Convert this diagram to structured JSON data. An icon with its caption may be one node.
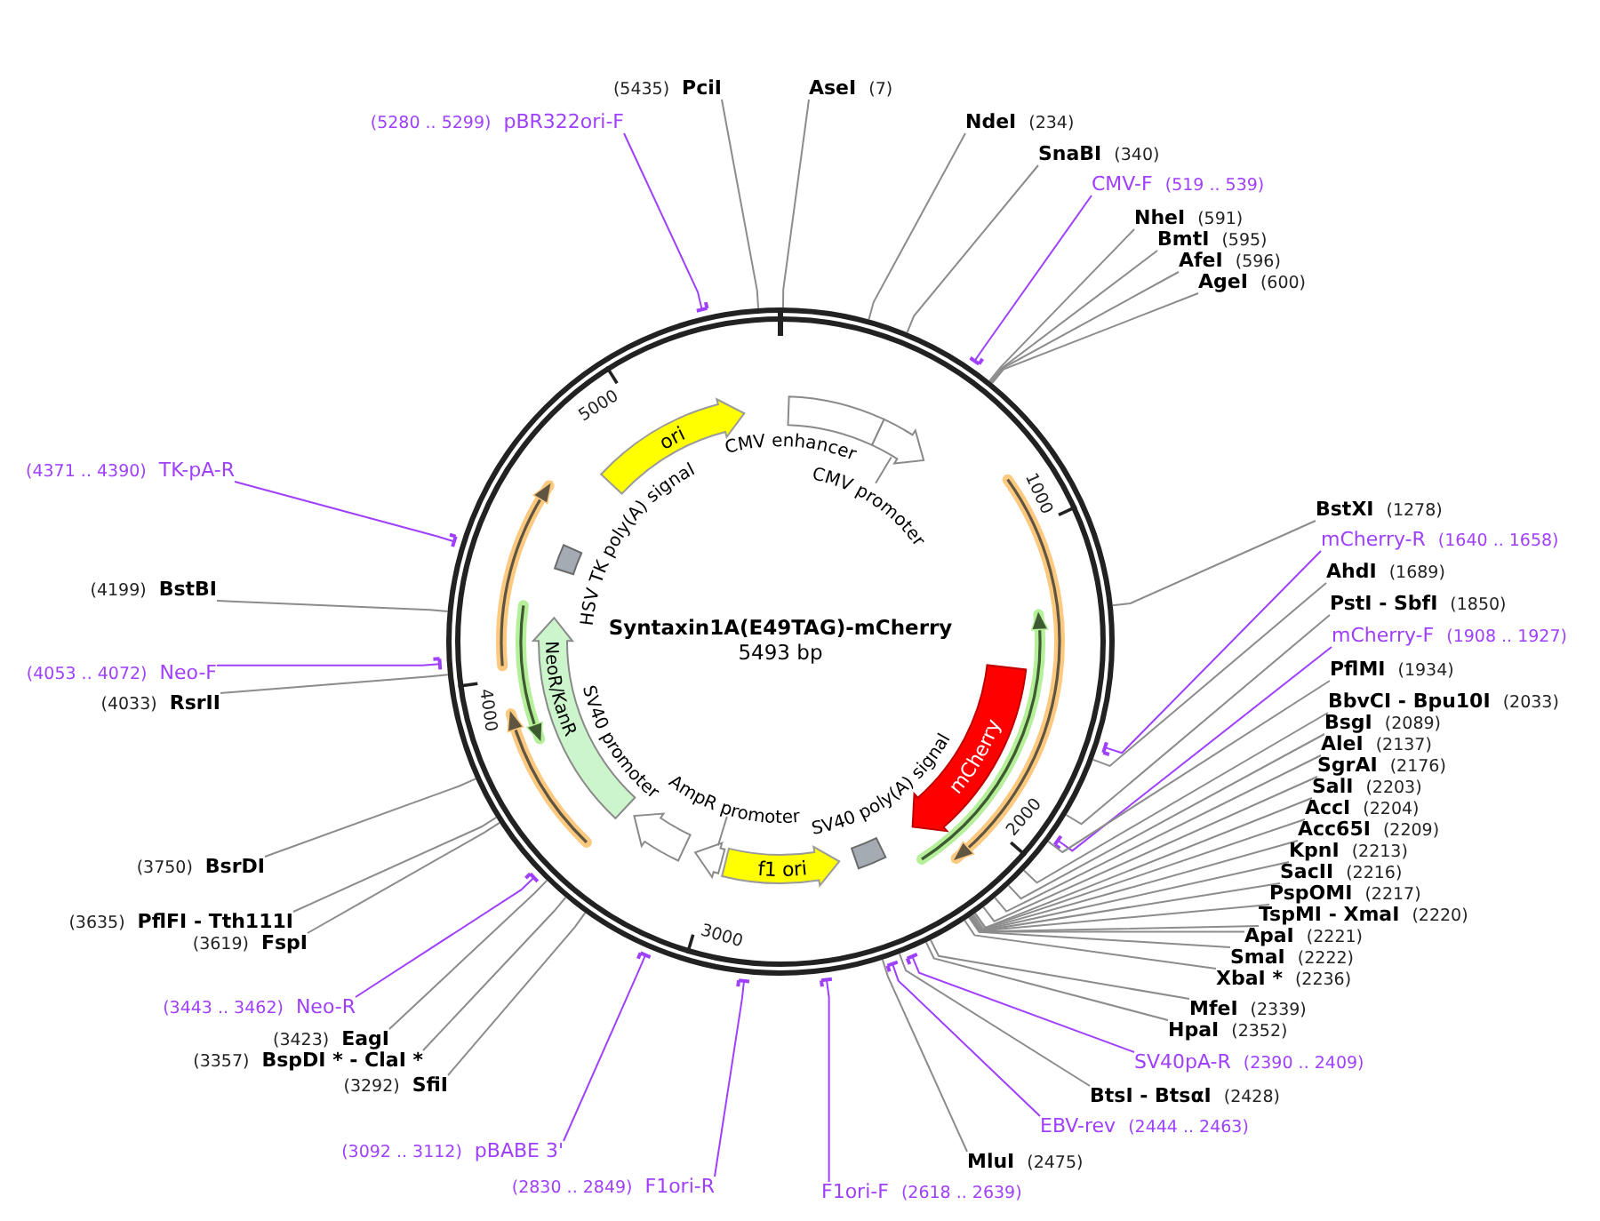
{
  "diagram": {
    "nodes": [
      {
        "text": [
          "Syntaxin1A(E49TAG)-mCherry",
          "5493 bp"
        ]
      },
      {
        "text": [
          "(5435)",
          "PciI"
        ]
      },
      {
        "text": [
          "AseI",
          "(7)"
        ]
      },
      {
        "text": [
          "NdeI",
          "(234)"
        ]
      },
      {
        "text": [
          "SnaBI",
          "(340)"
        ]
      },
      {
        "text": [
          "CMV-F",
          "(519 .. 539)"
        ]
      },
      {
        "text": [
          "NheI",
          "(591)"
        ]
      },
      {
        "text": [
          "BmtI",
          "(595)"
        ]
      },
      {
        "text": [
          "AfeI",
          "(596)"
        ]
      },
      {
        "text": [
          "AgeI",
          "(600)"
        ]
      },
      {
        "text": [
          "BstXI",
          "(1278)"
        ]
      },
      {
        "text": [
          "mCherry-R",
          "(1640 .. 1658)"
        ]
      },
      {
        "text": [
          "AhdI",
          "(1689)"
        ]
      },
      {
        "text": [
          "PstI - SbfI",
          "(1850)"
        ]
      },
      {
        "text": [
          "mCherry-F",
          "(1908 .. 1927)"
        ]
      },
      {
        "text": [
          "PflMI",
          "(1934)"
        ]
      },
      {
        "text": [
          "BbvCI - Bpu10I",
          "(2033)"
        ]
      },
      {
        "text": [
          "BsgI",
          "(2089)"
        ]
      },
      {
        "text": [
          "AleI",
          "(2137)"
        ]
      },
      {
        "text": [
          "SgrAI",
          "(2176)"
        ]
      },
      {
        "text": [
          "SalI",
          "(2203)"
        ]
      },
      {
        "text": [
          "AccI",
          "(2204)"
        ]
      },
      {
        "text": [
          "Acc65I",
          "(2209)"
        ]
      },
      {
        "text": [
          "KpnI",
          "(2213)"
        ]
      },
      {
        "text": [
          "SacII",
          "(2216)"
        ]
      },
      {
        "text": [
          "PspOMI",
          "(2217)"
        ]
      },
      {
        "text": [
          "TspMI - XmaI",
          "(2220)"
        ]
      },
      {
        "text": [
          "ApaI",
          "(2221)"
        ]
      },
      {
        "text": [
          "SmaI",
          "(2222)"
        ]
      },
      {
        "text": [
          "XbaI *",
          "(2236)"
        ]
      },
      {
        "text": [
          "MfeI",
          "(2339)"
        ]
      },
      {
        "text": [
          "HpaI",
          "(2352)"
        ]
      },
      {
        "text": [
          "SV40pA-R",
          "(2390 .. 2409)"
        ]
      },
      {
        "text": [
          "BtsI - BtsαI",
          "(2428)"
        ]
      },
      {
        "text": [
          "EBV-rev",
          "(2444 .. 2463)"
        ]
      },
      {
        "text": [
          "MluI",
          "(2475)"
        ]
      },
      {
        "text": [
          "F1ori-F",
          "(2618 .. 2639)"
        ]
      },
      {
        "text": [
          "(2830 .. 2849)",
          "F1ori-R"
        ]
      },
      {
        "text": [
          "(3092 .. 3112)",
          "pBABE 3'"
        ]
      },
      {
        "text": [
          "(3292)",
          "SfiI"
        ]
      },
      {
        "text": [
          "(3357)",
          "BspDI * - ClaI *"
        ]
      },
      {
        "text": [
          "(3423)",
          "EagI"
        ]
      },
      {
        "text": [
          "(3443 .. 3462)",
          "Neo-R"
        ]
      },
      {
        "text": [
          "(3619)",
          "FspI"
        ]
      },
      {
        "text": [
          "(3635)",
          "PflFI - Tth111I"
        ]
      },
      {
        "text": [
          "(3750)",
          "BsrDI"
        ]
      },
      {
        "text": [
          "(4033)",
          "RsrII"
        ]
      },
      {
        "text": [
          "(4053 .. 4072)",
          "Neo-F"
        ]
      },
      {
        "text": [
          "(4199)",
          "BstBI"
        ]
      },
      {
        "text": [
          "(4371 .. 4390)",
          "TK-pA-R"
        ]
      },
      {
        "text": [
          "(5280 .. 5299)",
          "pBR322ori-F"
        ]
      },
      {
        "text": [
          "CMV enhancer"
        ],
        "in": 0
      },
      {
        "text": [
          "CMV promoter"
        ],
        "in": 0
      },
      {
        "text": [
          "mCherry"
        ],
        "in": 0
      },
      {
        "text": [
          "SV40 poly(A) signal"
        ],
        "in": 0
      },
      {
        "text": [
          "f1 ori"
        ],
        "in": 0
      },
      {
        "text": [
          "AmpR promoter"
        ],
        "in": 0
      },
      {
        "text": [
          "SV40 promoter"
        ],
        "in": 0
      },
      {
        "text": [
          "NeoR/KanR"
        ],
        "in": 0
      },
      {
        "text": [
          "HSV TK poly(A) signal"
        ],
        "in": 0
      },
      {
        "text": [
          "ori"
        ],
        "in": 0
      },
      {
        "text": [],
        "shape": "arrow",
        "in": 0
      },
      {
        "text": [],
        "shape": "arrow",
        "in": 0
      },
      {
        "text": [],
        "shape": "arrow",
        "in": 0
      },
      {
        "text": [],
        "shape": "arrow",
        "in": 0
      },
      {
        "text": [],
        "shape": "arrow",
        "in": 0
      }
    ],
    "edges": [
      {
        "from": 1,
        "to": 0,
        "arrow": "none"
      },
      {
        "from": 2,
        "to": 0,
        "arrow": "none"
      },
      {
        "from": 3,
        "to": 0,
        "arrow": "none"
      },
      {
        "from": 4,
        "to": 0,
        "arrow": "none"
      },
      {
        "from": 5,
        "to": 0,
        "arrow": "other",
        "color": "#a040ff"
      },
      {
        "from": 6,
        "to": 0,
        "arrow": "none"
      },
      {
        "from": 7,
        "to": 0,
        "arrow": "none"
      },
      {
        "from": 8,
        "to": 0,
        "arrow": "none"
      },
      {
        "from": 9,
        "to": 0,
        "arrow": "none"
      },
      {
        "from": 10,
        "to": 0,
        "arrow": "none"
      },
      {
        "from": 11,
        "to": 0,
        "arrow": "other",
        "color": "#a040ff"
      },
      {
        "from": 12,
        "to": 0,
        "arrow": "none"
      },
      {
        "from": 13,
        "to": 0,
        "arrow": "none"
      },
      {
        "from": 14,
        "to": 0,
        "arrow": "other",
        "color": "#a040ff"
      },
      {
        "from": 15,
        "to": 0,
        "arrow": "none"
      },
      {
        "from": 16,
        "to": 0,
        "arrow": "none"
      },
      {
        "from": 17,
        "to": 0,
        "arrow": "none"
      },
      {
        "from": 18,
        "to": 0,
        "arrow": "none"
      },
      {
        "from": 19,
        "to": 0,
        "arrow": "none"
      },
      {
        "from": 20,
        "to": 0,
        "arrow": "none"
      },
      {
        "from": 21,
        "to": 0,
        "arrow": "none"
      },
      {
        "from": 22,
        "to": 0,
        "arrow": "none"
      },
      {
        "from": 23,
        "to": 0,
        "arrow": "none"
      },
      {
        "from": 24,
        "to": 0,
        "arrow": "none"
      },
      {
        "from": 25,
        "to": 0,
        "arrow": "none"
      },
      {
        "from": 26,
        "to": 0,
        "arrow": "none"
      },
      {
        "from": 27,
        "to": 0,
        "arrow": "none"
      },
      {
        "from": 28,
        "to": 0,
        "arrow": "none"
      },
      {
        "from": 29,
        "to": 0,
        "arrow": "none"
      },
      {
        "from": 30,
        "to": 0,
        "arrow": "none"
      },
      {
        "from": 31,
        "to": 0,
        "arrow": "none"
      },
      {
        "from": 32,
        "to": 0,
        "arrow": "other",
        "color": "#a040ff"
      },
      {
        "from": 33,
        "to": 0,
        "arrow": "none"
      },
      {
        "from": 34,
        "to": 0,
        "arrow": "other",
        "color": "#a040ff"
      },
      {
        "from": 35,
        "to": 0,
        "arrow": "none"
      },
      {
        "from": 36,
        "to": 0,
        "arrow": "other",
        "color": "#a040ff"
      },
      {
        "from": 37,
        "to": 0,
        "arrow": "other",
        "color": "#a040ff"
      },
      {
        "from": 38,
        "to": 0,
        "arrow": "other",
        "color": "#a040ff"
      },
      {
        "from": 39,
        "to": 0,
        "arrow": "none"
      },
      {
        "from": 40,
        "to": 0,
        "arrow": "none"
      },
      {
        "from": 41,
        "to": 0,
        "arrow": "none"
      },
      {
        "from": 42,
        "to": 0,
        "arrow": "other",
        "color": "#a040ff"
      },
      {
        "from": 43,
        "to": 0,
        "arrow": "none"
      },
      {
        "from": 44,
        "to": 0,
        "arrow": "none"
      },
      {
        "from": 45,
        "to": 0,
        "arrow": "none"
      },
      {
        "from": 46,
        "to": 0,
        "arrow": "none"
      },
      {
        "from": 47,
        "to": 0,
        "arrow": "other",
        "color": "#a040ff"
      },
      {
        "from": 48,
        "to": 0,
        "arrow": "none"
      },
      {
        "from": 49,
        "to": 0,
        "arrow": "other",
        "color": "#a040ff"
      },
      {
        "from": 50,
        "to": 0,
        "arrow": "other",
        "color": "#a040ff"
      }
    ],
    "labels": [
      "5000",
      "1000",
      "4000",
      "2000",
      "3000"
    ]
  }
}
